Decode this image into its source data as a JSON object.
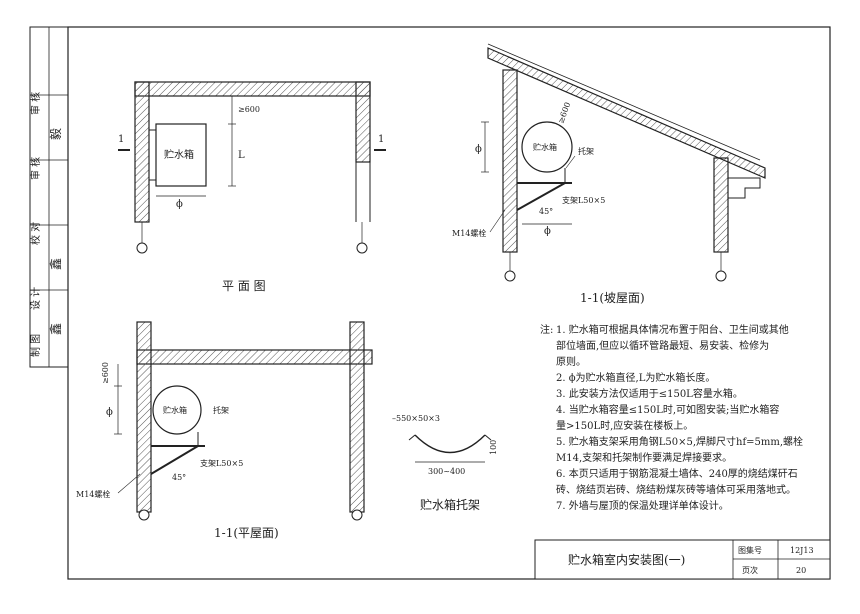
{
  "title_block_left": {
    "items": [
      {
        "label": "审 核",
        "sign": ""
      },
      {
        "label": "审 核",
        "sign": "毅"
      },
      {
        "label": "校 对",
        "sign": ""
      },
      {
        "label": "设 计",
        "sign": "鑫"
      },
      {
        "label": "制 图",
        "sign": "鑫"
      }
    ]
  },
  "plan": {
    "title": "平 面 图",
    "tank_label": "贮水箱",
    "dim_600": "≥600",
    "dim_L": "L",
    "dim_phi": "ϕ",
    "section_mark": "1"
  },
  "slope_section": {
    "title": "1-1(坡屋面)",
    "tank_label": "贮水箱",
    "dim_600": "≥600",
    "dim_phi": "ϕ",
    "bracket_label": "托架",
    "support_label": "支架L50×5",
    "bolt_label": "M14螺栓",
    "angle": "45°"
  },
  "flat_section": {
    "title": "1-1(平屋面)",
    "tank_label": "贮水箱",
    "dim_600": "≥600",
    "dim_phi": "ϕ",
    "bracket_label": "托架",
    "support_label": "支架L50×5",
    "bolt_label": "M14螺栓",
    "angle": "45°"
  },
  "bracket_detail": {
    "title": "贮水箱托架",
    "spec": "–550×50×3",
    "range": "300~400",
    "height": "100"
  },
  "notes": {
    "prefix": "注:",
    "items": [
      "1. 贮水箱可根据具体情况布置于阳台、卫生间或其他",
      "   部位墙面,但应以循环管路最短、易安装、检修为",
      "   原则。",
      "2. ϕ为贮水箱直径,L为贮水箱长度。",
      "3. 此安装方法仅适用于≤150L容量水箱。",
      "4. 当贮水箱容量≤150L时,可如图安装;当贮水箱容",
      "   量>150L时,应安装在楼板上。",
      "5. 贮水箱支架采用角钢L50×5,焊脚尺寸hf=5mm,螺栓",
      "   M14,支架和托架制作要满足焊接要求。",
      "6. 本页只适用于钢筋混凝土墙体、240厚的烧结煤矸石",
      "   砖、烧结页岩砖、烧结粉煤灰砖等墙体可采用落地式。",
      "7. 外墙与屋顶的保温处理详单体设计。"
    ]
  },
  "title_block": {
    "drawing_title": "贮水箱室内安装图(一)",
    "atlas_label": "图集号",
    "atlas_value": "12J13",
    "page_label": "页次",
    "page_value": "20"
  },
  "colors": {
    "line": "#222222",
    "hatch": "#555555",
    "paper": "#ffffff"
  }
}
